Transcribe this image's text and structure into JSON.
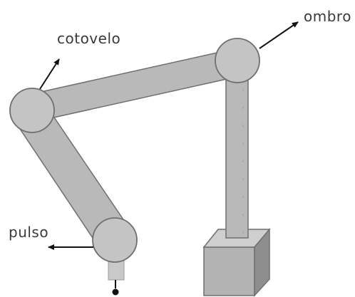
{
  "labels": {
    "elbow": "cotovelo",
    "shoulder": "ombro",
    "wrist": "pulso"
  },
  "colors": {
    "link_fill": "#b9b9b9",
    "link_stroke": "#6f6f6f",
    "joint_fill": "#c4c4c4",
    "base_front": "#b3b3b3",
    "base_top": "#cfcfcf",
    "base_side": "#8e8e8e",
    "arrow": "#111111",
    "text": "#3a3a3a"
  }
}
